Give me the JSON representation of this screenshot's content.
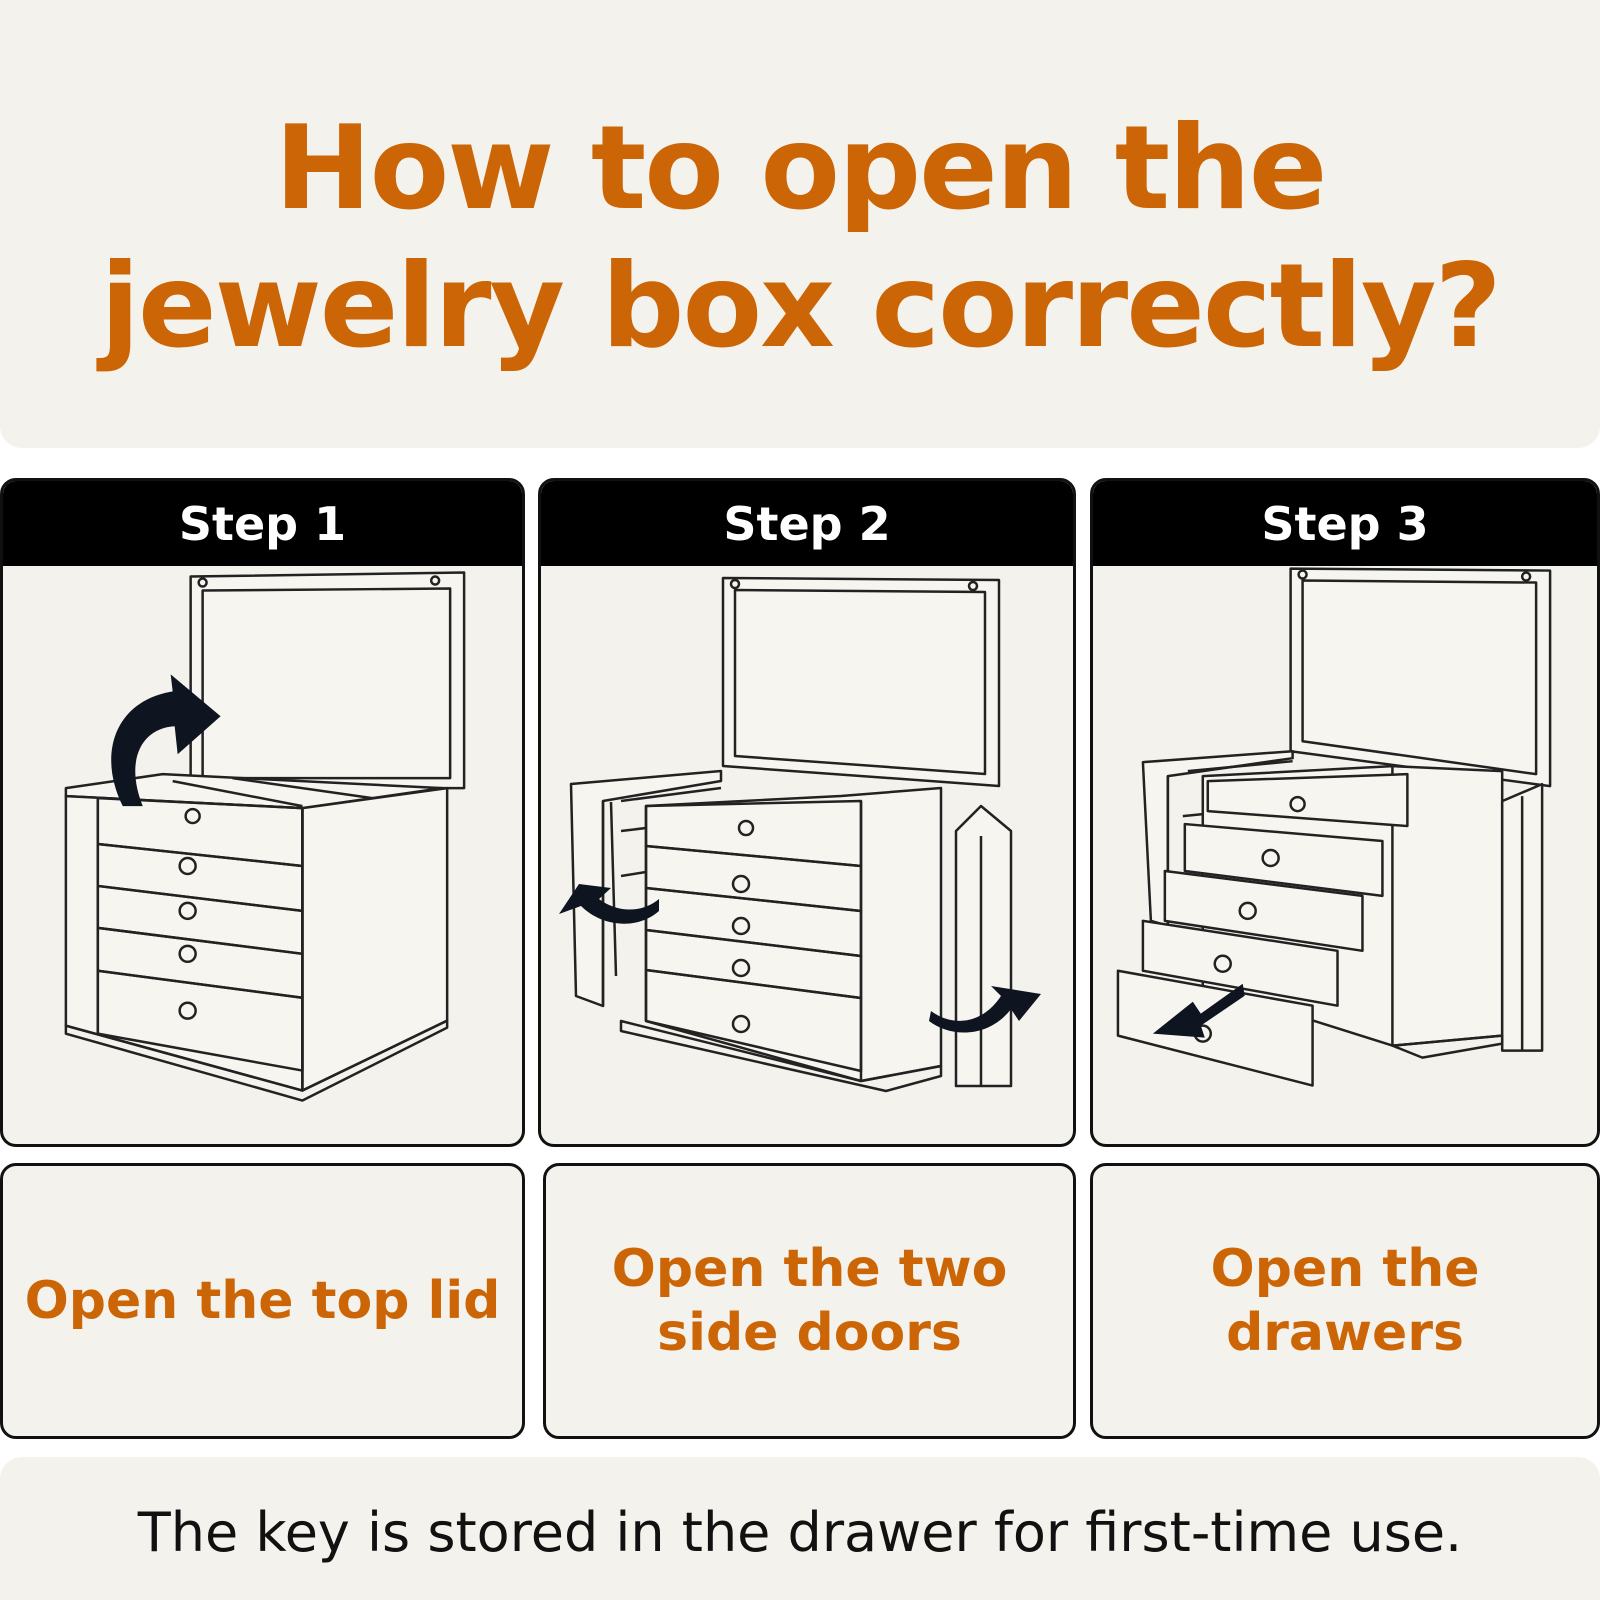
{
  "title": {
    "line1": "How to open the",
    "line2": "jewelry box correctly?"
  },
  "colors": {
    "accent": "#cc6506",
    "background": "#f4f2ec",
    "header": "#000000"
  },
  "steps": [
    {
      "label": "Step 1",
      "caption": [
        "Open the top lid"
      ],
      "icon": "open-lid-arrow-icon"
    },
    {
      "label": "Step 2",
      "caption": [
        "Open the two",
        "side doors"
      ],
      "icon": "side-doors-arrow-icon"
    },
    {
      "label": "Step 3",
      "caption": [
        "Open the drawers"
      ],
      "icon": "drawer-pull-arrow-icon"
    }
  ],
  "footer": "The key is stored in the drawer for first-time use."
}
